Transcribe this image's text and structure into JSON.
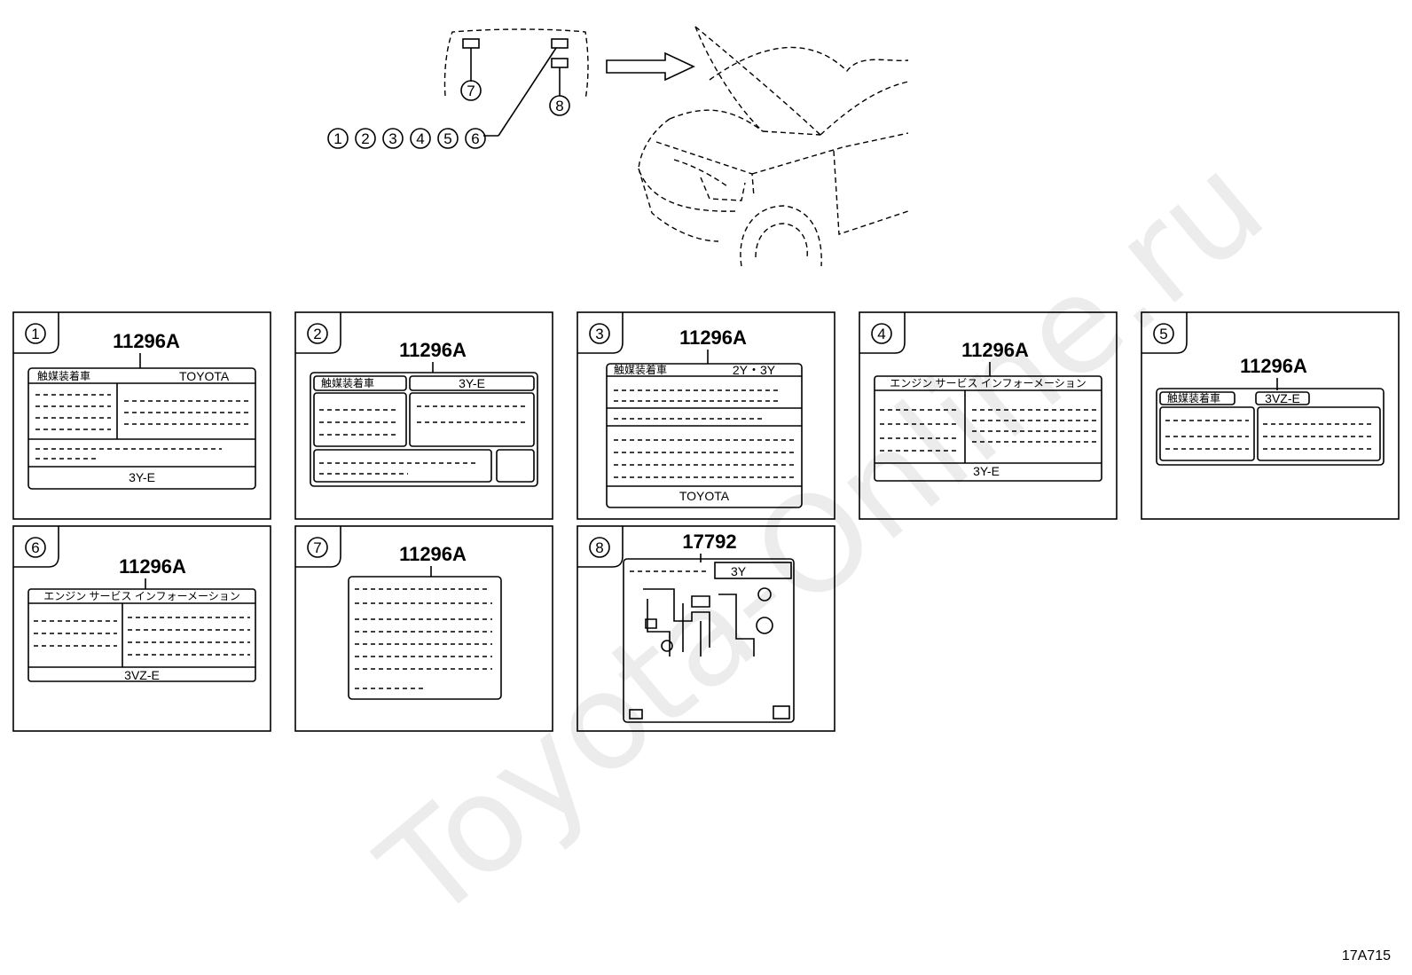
{
  "callouts": {
    "c1": "1",
    "c2": "2",
    "c3": "3",
    "c4": "4",
    "c5": "5",
    "c6": "6",
    "c7": "7",
    "c8": "8"
  },
  "panels": [
    {
      "index": "1",
      "part_number": "11296A",
      "brand": "TOYOTA",
      "engine": "3Y-E"
    },
    {
      "index": "2",
      "part_number": "11296A",
      "engine": "3Y-E"
    },
    {
      "index": "3",
      "part_number": "11296A",
      "engine": "2Y・3Y",
      "brand": "TOYOTA"
    },
    {
      "index": "4",
      "part_number": "11296A",
      "engine": "3Y-E"
    },
    {
      "index": "5",
      "part_number": "11296A",
      "engine": "3VZ-E"
    },
    {
      "index": "6",
      "part_number": "11296A",
      "engine": "3VZ-E"
    },
    {
      "index": "7",
      "part_number": "11296A"
    },
    {
      "index": "8",
      "part_number": "17792",
      "engine": "3Y"
    }
  ],
  "watermark": "Toyota-Online.ru",
  "figure_code": "17A715"
}
